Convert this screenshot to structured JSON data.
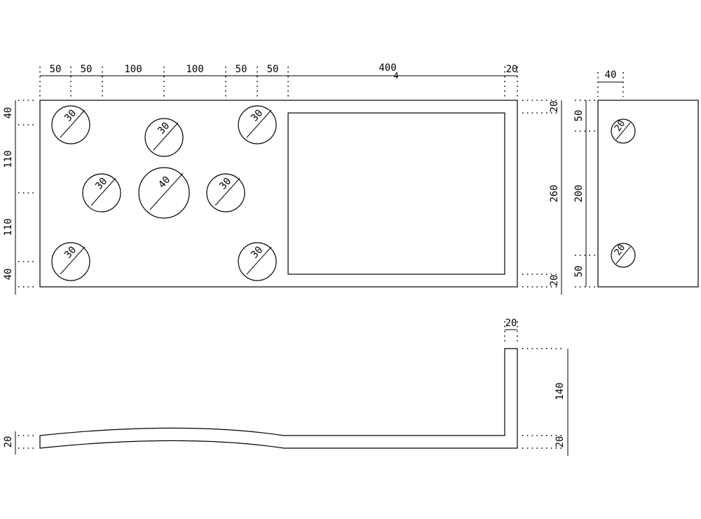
{
  "colors": {
    "line": "#000000",
    "background": "#ffffff"
  },
  "top_dims": [
    "50",
    "50",
    "100",
    "100",
    "50",
    "50",
    "400",
    "20"
  ],
  "top_sub_label": "4",
  "left_dims": [
    "40",
    "110",
    "110",
    "40"
  ],
  "right_dims": {
    "edge_top": "20",
    "edge_bottom": "20",
    "window_height": "260"
  },
  "side_view": {
    "width_label": "40",
    "dims": [
      "50",
      "200",
      "50"
    ],
    "holes": [
      "20",
      "20"
    ]
  },
  "front_view_holes": [
    "30",
    "30",
    "30",
    "30",
    "40",
    "30",
    "30",
    "30"
  ],
  "elevation": {
    "top_label": "20",
    "height_label": "140",
    "thickness_right": "20",
    "thickness_left": "20"
  }
}
